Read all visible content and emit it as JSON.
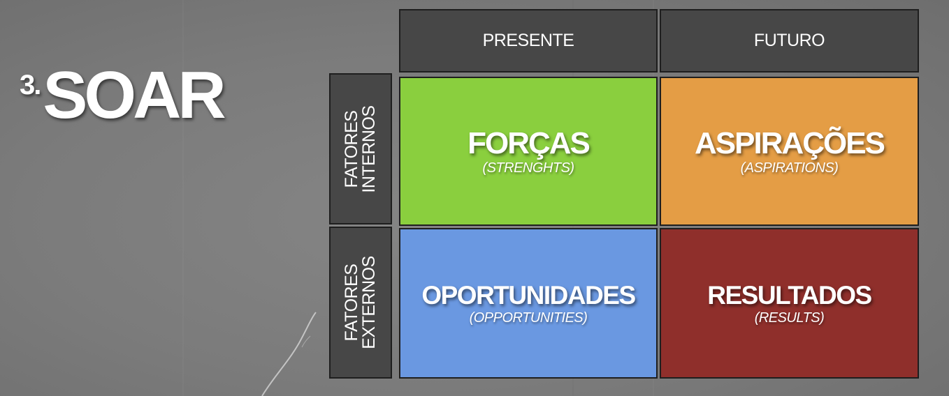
{
  "title": {
    "number": "3.",
    "text": "SOAR"
  },
  "columns": [
    {
      "label": "PRESENTE"
    },
    {
      "label": "FUTURO"
    }
  ],
  "rows": [
    {
      "line1": "FATORES",
      "line2": "INTERNOS"
    },
    {
      "line1": "FATORES",
      "line2": "EXTERNOS"
    }
  ],
  "quadrants": [
    {
      "title": "FORÇAS",
      "subtitle": "(STRENGHTS)",
      "color": "#8acf3e"
    },
    {
      "title": "ASPIRAÇÕES",
      "subtitle": "(ASPIRATIONS)",
      "color": "#e49d45"
    },
    {
      "title": "OPORTUNIDADES",
      "subtitle": "(OPPORTUNITIES)",
      "color": "#6a98e1"
    },
    {
      "title": "RESULTADOS",
      "subtitle": "(RESULTS)",
      "color": "#8f2f2b"
    }
  ]
}
